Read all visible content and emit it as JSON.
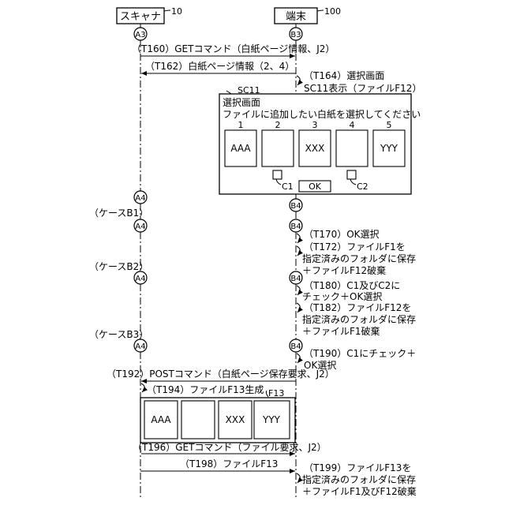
{
  "actors": {
    "scanner": {
      "label": "スキャナ",
      "ref": "10"
    },
    "terminal": {
      "label": "端末",
      "ref": "100"
    }
  },
  "markers": {
    "a3": "A3",
    "b3": "B3",
    "a4": "A4",
    "b4": "B4"
  },
  "cases": {
    "b1": "（ケースB1）",
    "b2": "（ケースB2）",
    "b3": "（ケースB3）"
  },
  "messages": {
    "t160": "（T160）GETコマンド（白紙ページ情報、J2）",
    "t162": "（T162）白紙ページ情報（2、4）",
    "t192": "（T192）POSTコマンド（白紙ページ保存要求、J2）",
    "t194": "（T194）ファイルF13生成",
    "t196": "（T196）GETコマンド（ファイル要求、J2）",
    "t198": "（T198）ファイルF13"
  },
  "notes": {
    "t164": [
      "（T164）選択画面",
      "SC11表示（ファイルF12）"
    ],
    "t170": [
      "（T170）OK選択"
    ],
    "t172": [
      "（T172）ファイルF1を",
      "指定済みのフォルダに保存",
      "＋ファイルF12破棄"
    ],
    "t180": [
      "（T180）C1及びC2に",
      "チェック＋OK選択"
    ],
    "t182": [
      "（T182）ファイルF12を",
      "指定済みのフォルダに保存",
      "＋ファイルF1破棄"
    ],
    "t190": [
      "（T190）C1にチェック＋",
      "OK選択"
    ],
    "t199": [
      "（T199）ファイルF13を",
      "指定済みのフォルダに保存",
      "＋ファイルF1及びF12破棄"
    ]
  },
  "screen": {
    "ref": "SC11",
    "title": "選択画面",
    "instruction": "ファイルに追加したい白紙を選択してください",
    "pages": [
      {
        "num": "1",
        "text": "AAA"
      },
      {
        "num": "2",
        "text": ""
      },
      {
        "num": "3",
        "text": "XXX"
      },
      {
        "num": "4",
        "text": ""
      },
      {
        "num": "5",
        "text": "YYY"
      }
    ],
    "checkbox1": "C1",
    "checkbox2": "C2",
    "ok": "OK"
  },
  "file13": {
    "ref": "F13",
    "pages": [
      "AAA",
      "",
      "XXX",
      "YYY"
    ]
  }
}
